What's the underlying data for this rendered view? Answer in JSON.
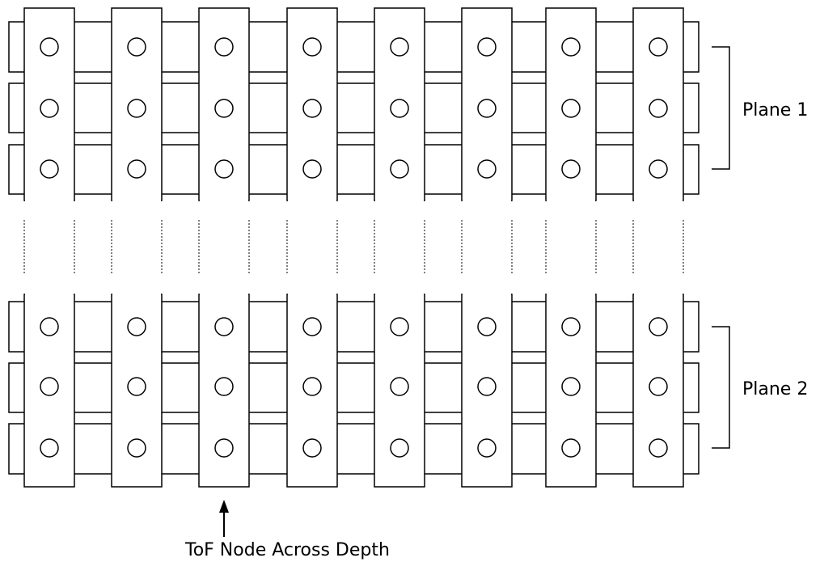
{
  "diagram": {
    "planes": [
      {
        "label": "Plane 1"
      },
      {
        "label": "Plane 2"
      }
    ],
    "columns_per_plane": 8,
    "rows_per_plane": 3,
    "arrow_label": "ToF Node Across Depth",
    "colors": {
      "stroke": "#000000",
      "fill": "#ffffff",
      "background": "#ffffff"
    }
  }
}
